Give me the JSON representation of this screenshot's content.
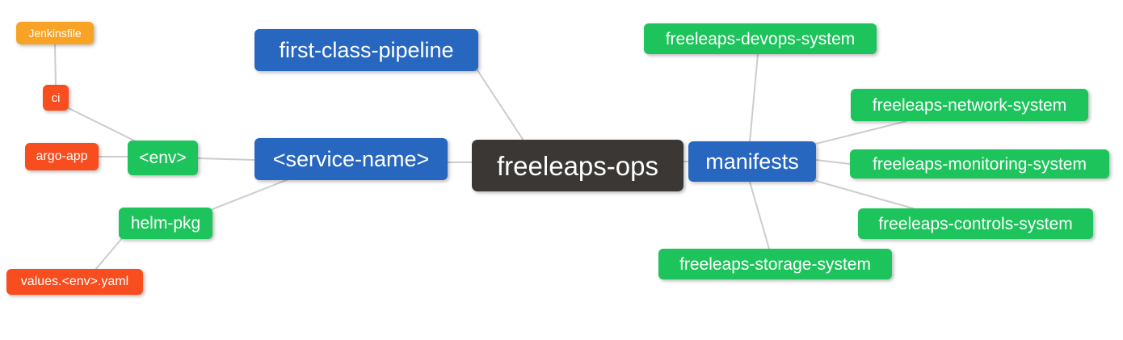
{
  "palette": {
    "root_node": "#3B3734",
    "branch_node": "#2767C0",
    "system_node": "#1DC35B",
    "config_node": "#F84D1E",
    "file_node": "#F9A326",
    "connector_line": "#CCCCCC",
    "node_text": "#FFFFFF",
    "background": "#FFFFFF"
  },
  "nodes": {
    "freeleaps_ops": {
      "label": "freeleaps-ops"
    },
    "first_class_pipeline": {
      "label": "first-class-pipeline"
    },
    "service_name": {
      "label": "<service-name>"
    },
    "manifests": {
      "label": "manifests"
    },
    "env": {
      "label": "<env>"
    },
    "helm_pkg": {
      "label": "helm-pkg"
    },
    "ci": {
      "label": "ci"
    },
    "argo_app": {
      "label": "argo-app"
    },
    "jenkinsfile": {
      "label": "Jenkinsfile"
    },
    "values_env_yaml": {
      "label": "values.<env>.yaml"
    },
    "devops_system": {
      "label": "freeleaps-devops-system"
    },
    "network_system": {
      "label": "freeleaps-network-system"
    },
    "monitoring_system": {
      "label": "freeleaps-monitoring-system"
    },
    "controls_system": {
      "label": "freeleaps-controls-system"
    },
    "storage_system": {
      "label": "freeleaps-storage-system"
    }
  },
  "edges": [
    [
      "freeleaps_ops",
      "first_class_pipeline"
    ],
    [
      "freeleaps_ops",
      "service_name"
    ],
    [
      "freeleaps_ops",
      "manifests"
    ],
    [
      "service_name",
      "env"
    ],
    [
      "service_name",
      "helm_pkg"
    ],
    [
      "env",
      "ci"
    ],
    [
      "env",
      "argo_app"
    ],
    [
      "ci",
      "jenkinsfile"
    ],
    [
      "helm_pkg",
      "values_env_yaml"
    ],
    [
      "manifests",
      "devops_system"
    ],
    [
      "manifests",
      "network_system"
    ],
    [
      "manifests",
      "monitoring_system"
    ],
    [
      "manifests",
      "controls_system"
    ],
    [
      "manifests",
      "storage_system"
    ]
  ]
}
